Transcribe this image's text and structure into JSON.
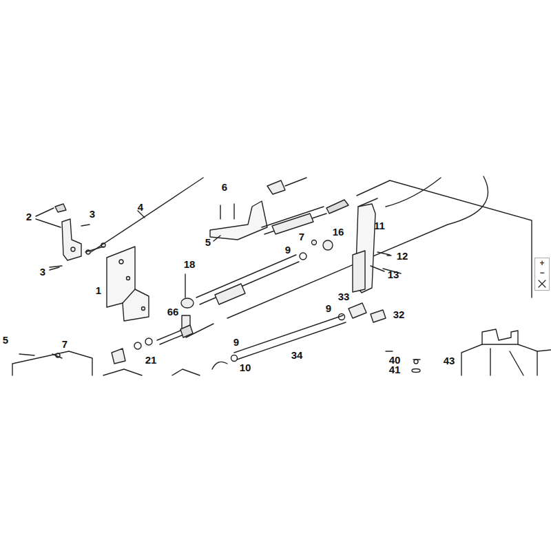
{
  "diagram": {
    "nodes": [
      {
        "text": [
          "+",
          "−"
        ]
      }
    ],
    "labels": [
      "6",
      "4",
      "2",
      "3",
      "3",
      "5",
      "11",
      "7",
      "16",
      "9",
      "12",
      "18",
      "1",
      "13",
      "66",
      "33",
      "9",
      "32",
      "9",
      "34",
      "21",
      "7",
      "5",
      "40",
      "41",
      "43",
      "10"
    ]
  }
}
